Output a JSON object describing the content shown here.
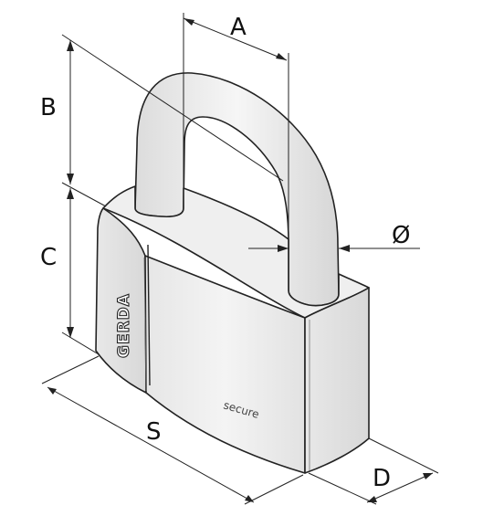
{
  "diagram": {
    "dimensions": {
      "a": "A",
      "b": "B",
      "c": "C",
      "s": "S",
      "d": "D",
      "diameter": "Ø"
    },
    "brand": "GERDA",
    "body_text": "secure"
  }
}
